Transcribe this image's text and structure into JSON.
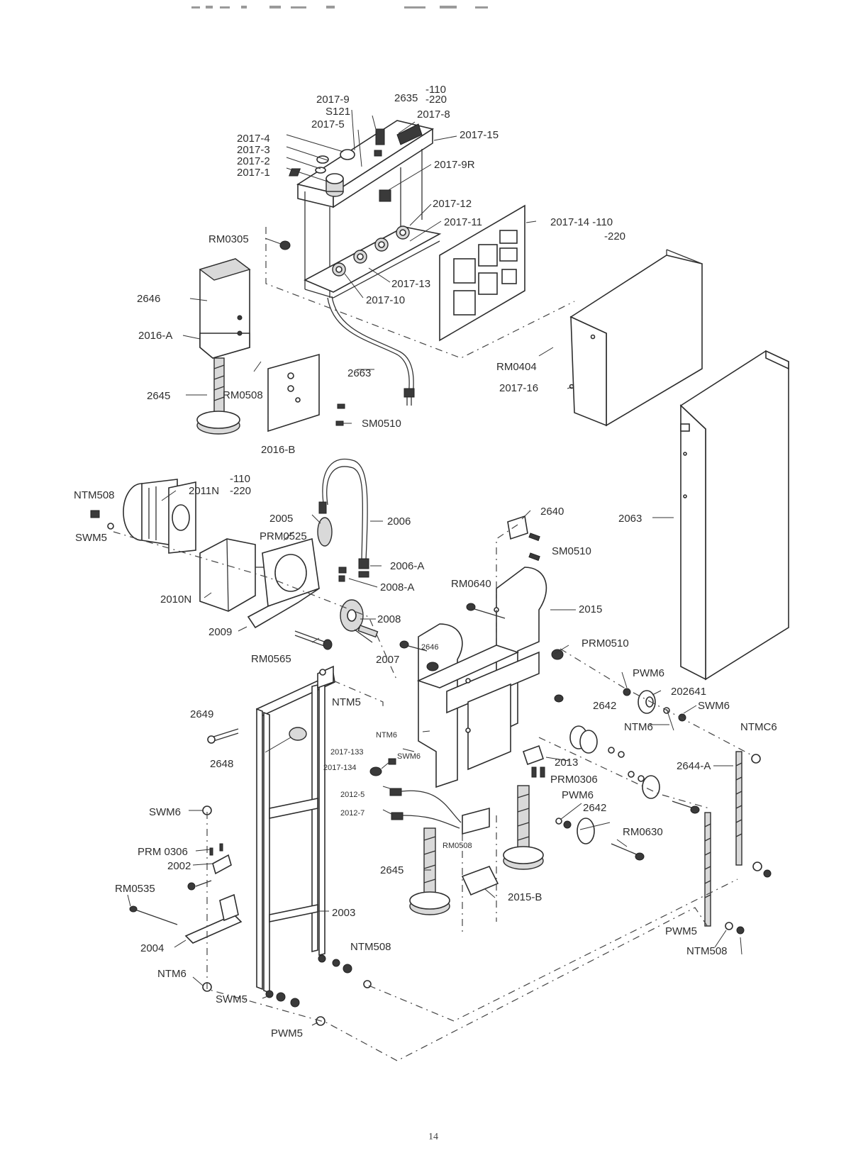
{
  "page": {
    "number": "14",
    "header_scan_artifact": "faint unreadable header marks"
  },
  "colors": {
    "ink": "#2d2d2d",
    "paper": "#ffffff",
    "shade": "#d9d9d9"
  },
  "labels": {
    "l2017_9": "2017-9",
    "l2635": "2635",
    "l2635_110": "-110",
    "l2635_220": "-220",
    "s121": "S121",
    "l2017_8": "2017-8",
    "l2017_5": "2017-5",
    "l2017_15": "2017-15",
    "l2017_4": "2017-4",
    "l2017_3": "2017-3",
    "l2017_2": "2017-2",
    "l2017_1": "2017-1",
    "l2017_9r": "2017-9R",
    "l2017_12": "2017-12",
    "l2017_11": "2017-11",
    "l2017_14": "2017-14 -110",
    "l2017_14b": "-220",
    "rm0305": "RM0305",
    "l2017_13": "2017-13",
    "l2017_10": "2017-10",
    "l2646": "2646",
    "l2016a": "2016-A",
    "l2663": "2663",
    "rm0404": "RM0404",
    "l2017_16": "2017-16",
    "l2645": "2645",
    "rm0508": "RM0508",
    "sm0510": "SM0510",
    "l2016b": "2016-B",
    "l2011n": "2011N",
    "l2011n_110": "-110",
    "l2011n_220": "-220",
    "ntm508": "NTM508",
    "swm5": "SWM5",
    "l2005": "2005",
    "l2006": "2006",
    "prm0525": "PRM0525",
    "l2640": "2640",
    "l2063": "2063",
    "sm0510b": "SM0510",
    "l2006a": "2006-A",
    "l2008a": "2008-A",
    "rm0640": "RM0640",
    "l2010n": "2010N",
    "l2015": "2015",
    "l2008": "2008",
    "l2009": "2009",
    "prm0510": "PRM0510",
    "l2646b": "2646",
    "l2007": "2007",
    "rm0565": "RM0565",
    "pwm6": "PWM6",
    "l202641": "202641",
    "ntm5": "NTM5",
    "l2642": "2642",
    "swm6": "SWM6",
    "ntm6": "NTM6",
    "ntmc6": "NTMC6",
    "l2649": "2649",
    "ntm6b": "NTM6",
    "l2017_133": "2017-133",
    "swm6s": "SWM6",
    "l2013": "2013",
    "l2648": "2648",
    "l2017_134": "2017-134",
    "l2644a": "2644-A",
    "prm0306": "PRM0306",
    "pwm6b": "PWM6",
    "l2012_5": "2012-5",
    "l2642b": "2642",
    "swm6b": "SWM6",
    "l2012_7": "2012-7",
    "rm0630": "RM0630",
    "rm0508b": "RM0508",
    "prm0306b": "PRM 0306",
    "l2002": "2002",
    "l2645b": "2645",
    "rm0535": "RM0535",
    "l2015b": "2015-B",
    "l2003": "2003",
    "ntm508b": "NTM508",
    "l2004": "2004",
    "pwm5": "PWM5",
    "ntm6c": "NTM6",
    "ntm508c": "NTM508",
    "swm5b": "SWM5",
    "pwm5b": "PWM5"
  }
}
